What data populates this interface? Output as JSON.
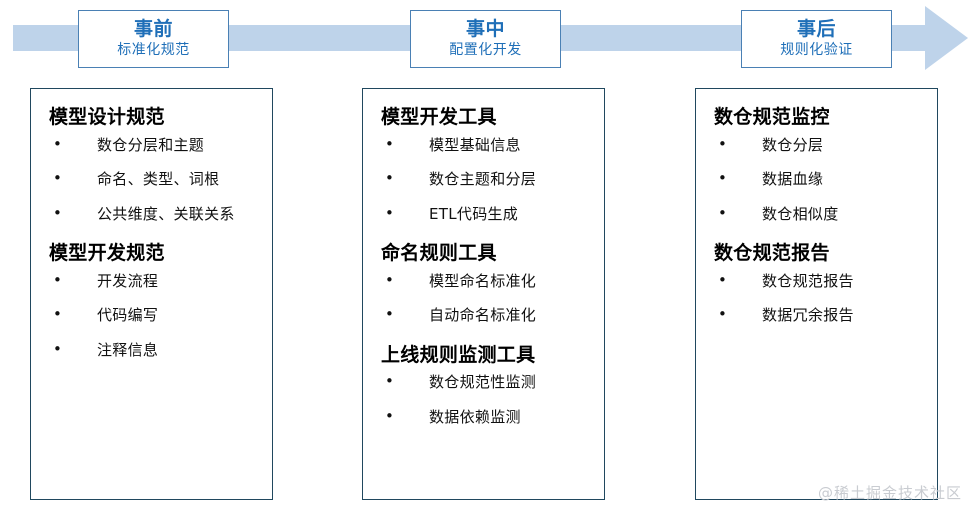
{
  "arrow": {
    "name": "process-flow-arrow",
    "fill_color": "#bed3ea",
    "direction": "right"
  },
  "phases": [
    {
      "id": "before",
      "title": "事前",
      "subtitle": "标准化规范",
      "color": "#1f6fb8"
    },
    {
      "id": "during",
      "title": "事中",
      "subtitle": "配置化开发",
      "color": "#1f6fb8"
    },
    {
      "id": "after",
      "title": "事后",
      "subtitle": "规则化验证",
      "color": "#1f6fb8"
    }
  ],
  "panels": [
    {
      "id": "panel-before",
      "groups": [
        {
          "title": "模型设计规范",
          "items": [
            "数仓分层和主题",
            "命名、类型、词根",
            "公共维度、关联关系"
          ]
        },
        {
          "title": "模型开发规范",
          "items": [
            "开发流程",
            "代码编写",
            "注释信息"
          ]
        }
      ]
    },
    {
      "id": "panel-during",
      "groups": [
        {
          "title": "模型开发工具",
          "items": [
            "模型基础信息",
            "数仓主题和分层",
            "ETL代码生成"
          ]
        },
        {
          "title": "命名规则工具",
          "items": [
            "模型命名标准化",
            "自动命名标准化"
          ]
        },
        {
          "title": "上线规则监测工具",
          "items": [
            "数仓规范性监测",
            "数据依赖监测"
          ]
        }
      ]
    },
    {
      "id": "panel-after",
      "groups": [
        {
          "title": "数仓规范监控",
          "items": [
            "数仓分层",
            "数据血缘",
            "数仓相似度"
          ]
        },
        {
          "title": "数仓规范报告",
          "items": [
            "数仓规范报告",
            "数据冗余报告"
          ]
        }
      ]
    }
  ],
  "watermark": {
    "text": "@稀土掘金技术社区",
    "color": "#c9ccd1"
  }
}
